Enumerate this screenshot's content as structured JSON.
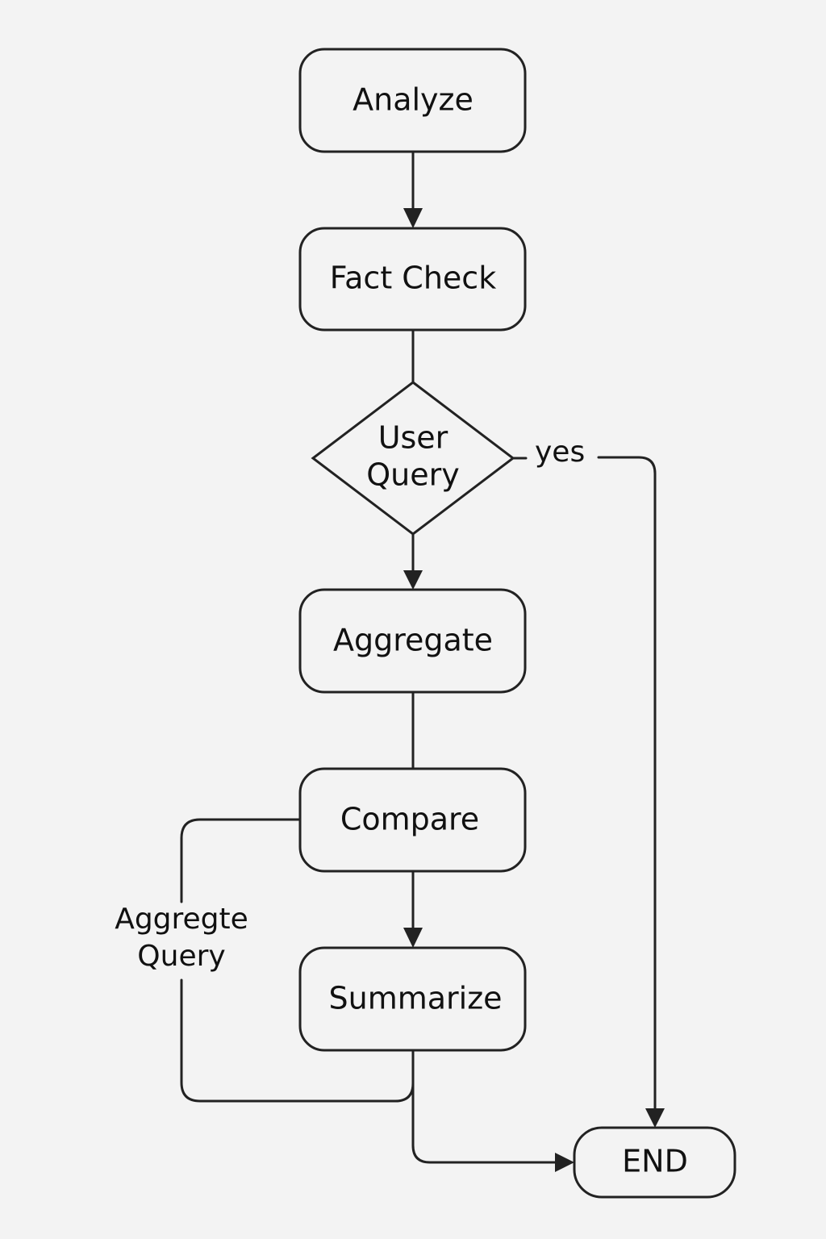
{
  "diagram": {
    "nodes": {
      "analyze": {
        "label": "Analyze"
      },
      "fact_check": {
        "label": "Fact Check"
      },
      "user_query": {
        "label_line1": "User",
        "label_line2": "Query"
      },
      "aggregate": {
        "label": "Aggregate"
      },
      "compare": {
        "label": "Compare"
      },
      "summarize": {
        "label": "Summarize"
      },
      "end": {
        "label": "END"
      }
    },
    "edges": {
      "yes": {
        "label": "yes"
      },
      "aggregte_query": {
        "label_line1": "Aggregte",
        "label_line2": "Query"
      }
    },
    "colors": {
      "background": "#f3f3f3",
      "stroke": "#222222",
      "text": "#111111"
    }
  }
}
